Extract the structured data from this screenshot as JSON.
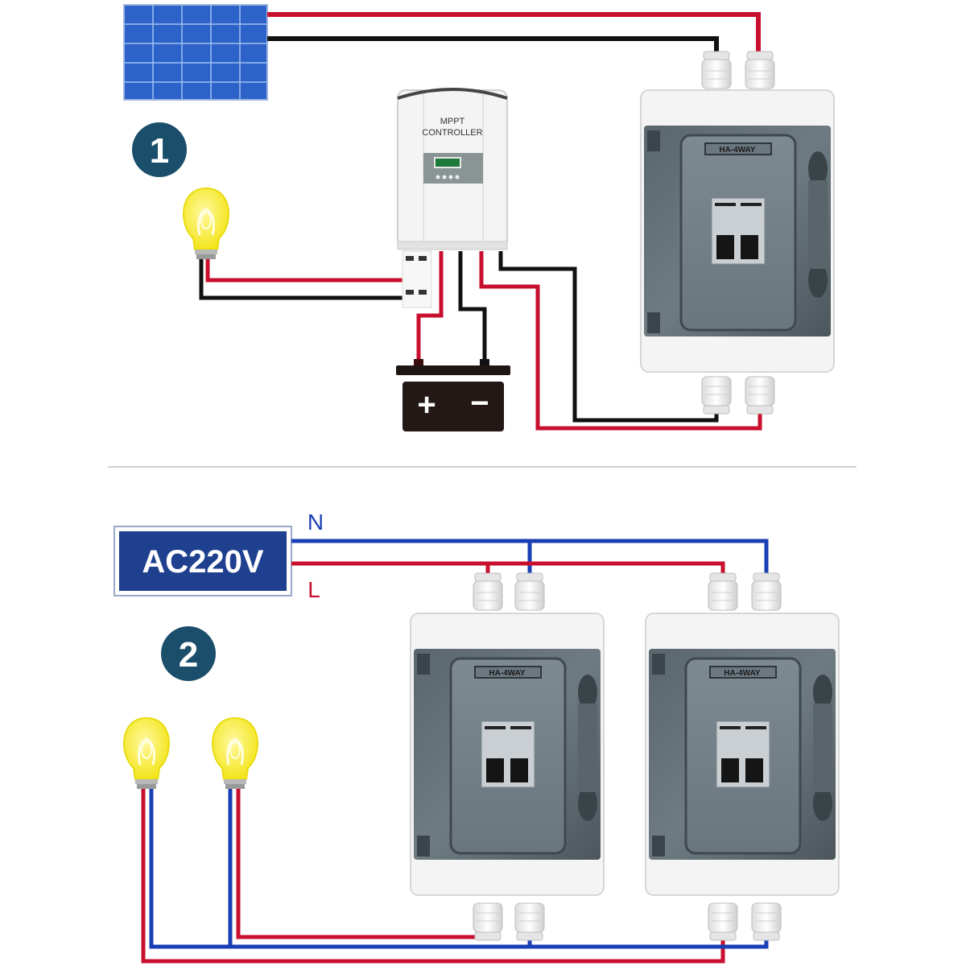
{
  "diagram": {
    "title": "Solar PV and AC220V distribution box wiring diagrams",
    "colors": {
      "positive_wire": "#c8102e",
      "negative_wire": "#111111",
      "neutral_wire": "#1a3fb4",
      "live_wire": "#c8102e",
      "badge": "#1b4e6b",
      "ac_box": "#1f3f8f",
      "bulb": "#f7ec2a",
      "enclosure_cover": "#4f5a62",
      "divider": "#cfcfcf"
    },
    "section1": {
      "badge": "1",
      "solar_panel": "solar-panel",
      "controller": {
        "line1": "MPPT",
        "line2": "CONTROLLER"
      },
      "battery": {
        "positive_symbol": "+",
        "negative_symbol": "−"
      },
      "enclosure": {
        "label": "HA-4WAY"
      },
      "load": "light-bulb"
    },
    "section2": {
      "badge": "2",
      "source": {
        "label": "AC220V",
        "neutral_label": "N",
        "live_label": "L"
      },
      "enclosures": [
        {
          "label": "HA-4WAY"
        },
        {
          "label": "HA-4WAY"
        }
      ],
      "loads": [
        "light-bulb",
        "light-bulb"
      ]
    }
  }
}
